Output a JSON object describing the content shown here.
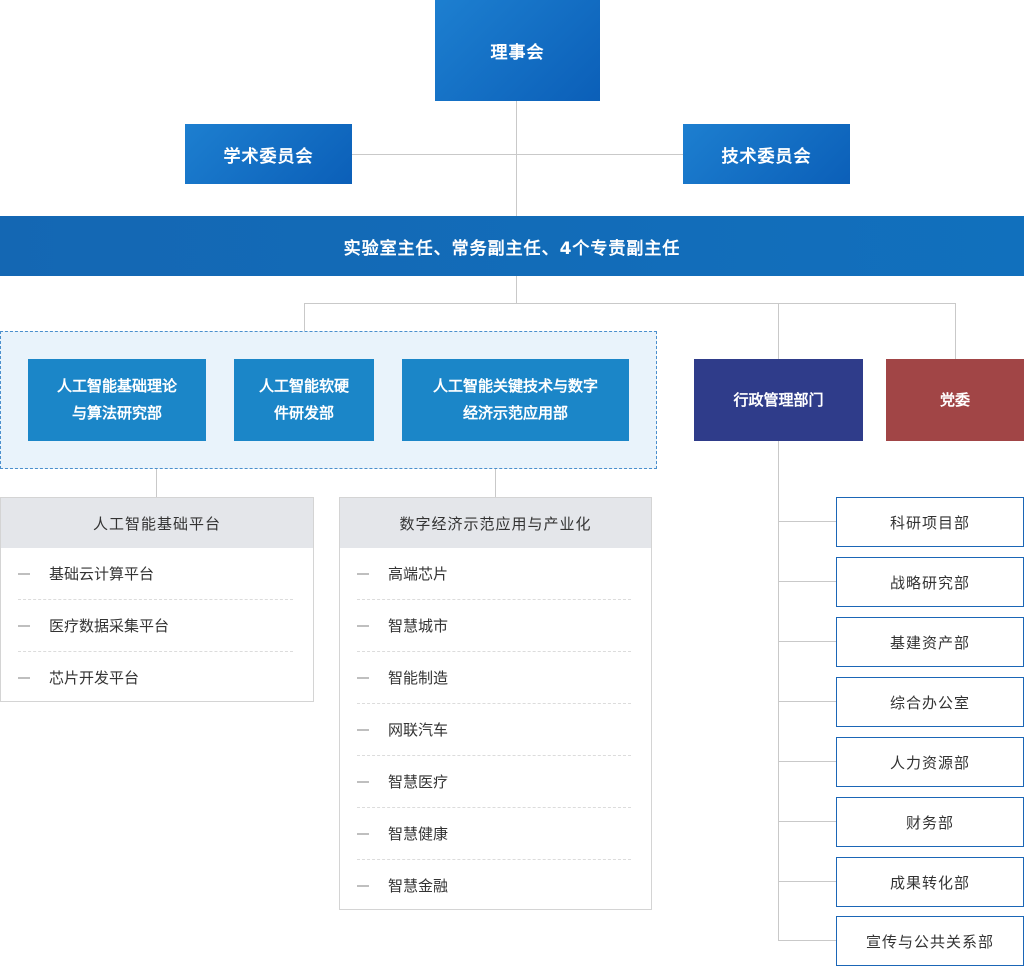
{
  "council": "理事会",
  "academic_committee": "学术委员会",
  "tech_committee": "技术委员会",
  "directors_bar": "实验室主任、常务副主任、4个专责副主任",
  "research_depts": [
    {
      "line1": "人工智能基础理论",
      "line2": "与算法研究部"
    },
    {
      "line1": "人工智能软硬",
      "line2": "件研发部"
    },
    {
      "line1": "人工智能关键技术与数字",
      "line2": "经济示范应用部"
    }
  ],
  "admin_dept": "行政管理部门",
  "party": "党委",
  "ai_platform": {
    "title": "人工智能基础平台",
    "items": [
      "基础云计算平台",
      "医疗数据采集平台",
      "芯片开发平台"
    ]
  },
  "digital_platform": {
    "title": "数字经济示范应用与产业化",
    "items": [
      "高端芯片",
      "智慧城市",
      "智能制造",
      "网联汽车",
      "智慧医疗",
      "智慧健康",
      "智慧金融"
    ]
  },
  "admin_units": [
    "科研项目部",
    "战略研究部",
    "基建资产部",
    "综合办公室",
    "人力资源部",
    "财务部",
    "成果转化部",
    "宣传与公共关系部"
  ],
  "colors": {
    "blue": "#1b86c8",
    "dark_blue": "#0d61b6",
    "navy": "#2f3c8a",
    "party_red": "#a14546",
    "connector": "#c9c9c9"
  }
}
